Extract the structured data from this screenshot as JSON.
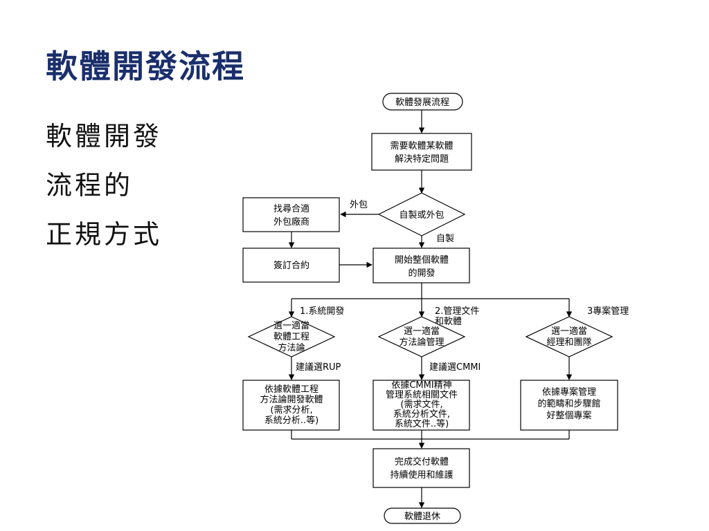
{
  "slide": {
    "title": "軟體開發流程",
    "side_lines": [
      "軟體開發",
      "流程的",
      "正規方式"
    ]
  },
  "flowchart": {
    "start": "軟體發展流程",
    "need": [
      "需要軟體某軟體",
      "解決特定問題"
    ],
    "decision": "自製或外包",
    "label_outsource": "外包",
    "label_self": "自製",
    "find_vendor": [
      "找尋合適",
      "外包廠商"
    ],
    "sign_contract": "簽訂合約",
    "start_dev": [
      "開始整個軟體",
      "的開發"
    ],
    "branch1_label": "1.系統開發",
    "branch2_label": [
      "2.管理文件",
      "和軟體"
    ],
    "branch3_label": "3專案管理",
    "choose1": [
      "選一適當",
      "軟體工程",
      "方法論"
    ],
    "choose2": [
      "選一適當",
      "方法論管理"
    ],
    "choose3": [
      "選一適當",
      "經理和團隊"
    ],
    "suggest1": "建議選RUP",
    "suggest2": "建議選CMMI",
    "proc1": [
      "依據軟體工程",
      "方法論開發軟體",
      "(需求分析,",
      "系統分析..等)"
    ],
    "proc2": [
      "依據CMMI精神",
      "管理系統相關文件",
      "(需求文件,",
      "系統分析文件,",
      "系統文件..等)"
    ],
    "proc3": [
      "依據專案管理",
      "的範疇和步驟館",
      "好整個專案"
    ],
    "deliver": [
      "完成交付軟體",
      "持續使用和維護"
    ],
    "end": "軟體退休"
  }
}
